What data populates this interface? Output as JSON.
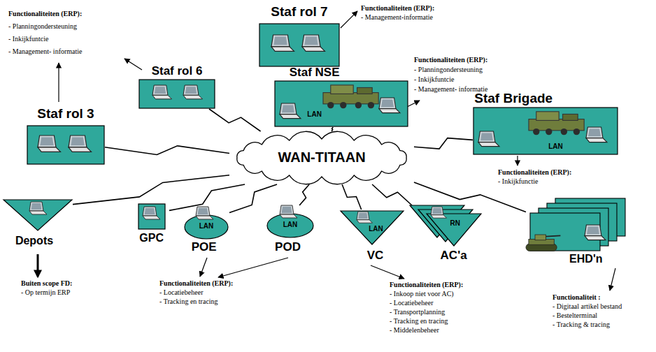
{
  "diagram": {
    "nodes": [
      {
        "text": [
          "Staf rol 7"
        ]
      },
      {
        "text": [
          "Staf rol 6"
        ]
      },
      {
        "text": [
          "Staf NSE",
          "LAN"
        ]
      },
      {
        "text": [
          "Staf rol 3"
        ]
      },
      {
        "text": [
          "WAN-TITAAN"
        ]
      },
      {
        "text": [
          "Staf Brigade",
          "LAN"
        ]
      },
      {
        "text": [
          "Depots"
        ]
      },
      {
        "text": [
          "GPC"
        ]
      },
      {
        "text": [
          "LAN",
          "POE"
        ]
      },
      {
        "text": [
          "LAN",
          "POD"
        ]
      },
      {
        "text": [
          "LAN",
          "VC"
        ]
      },
      {
        "text": [
          "RN",
          "AC'a"
        ]
      },
      {
        "text": [
          "EHD'n"
        ]
      }
    ],
    "edges": [
      {
        "from": 4,
        "to": 1,
        "arrow": "none"
      },
      {
        "from": 4,
        "to": 2,
        "arrow": "none"
      },
      {
        "from": 4,
        "to": 3,
        "arrow": "none"
      },
      {
        "from": 4,
        "to": 5,
        "arrow": "none"
      },
      {
        "from": 4,
        "to": 6,
        "arrow": "none"
      },
      {
        "from": 4,
        "to": 7,
        "arrow": "none"
      },
      {
        "from": 4,
        "to": 8,
        "arrow": "none"
      },
      {
        "from": 4,
        "to": 9,
        "arrow": "none"
      },
      {
        "from": 4,
        "to": 10,
        "arrow": "none"
      },
      {
        "from": 4,
        "to": 11,
        "arrow": "none"
      },
      {
        "from": 4,
        "to": 12,
        "arrow": "none"
      }
    ],
    "labels": [
      "Functionaliteiten (ERP):",
      "- Management-informatie",
      "Functionaliteiten (ERP):",
      "- Planningondersteuning",
      "- Inkijkfuntcie",
      "- Management- informatie",
      "Functionaliteiten (ERP):",
      "- Planningondersteuning",
      "- Inkijkfuntcie",
      "- Management- informatie",
      "Functionaliteiten (ERP):",
      "- Inkijkfunctie",
      "Buiten scope FD:",
      "- Op termijn ERP",
      "Functionaliteiten (ERP):",
      "- Locatiebeheer",
      "- Tracking en tracing",
      "Functionaliteiten (ERP):",
      "- Inkoop niet voor AC)",
      "- Locatiebeheer",
      "- Transportplanning",
      "- Tracking en tracing",
      "- Middelenbeheer",
      "Functionaliteit :",
      "- Digitaal artikel bestand",
      "- Bestelterminal",
      "- Tracking & tracing"
    ]
  }
}
